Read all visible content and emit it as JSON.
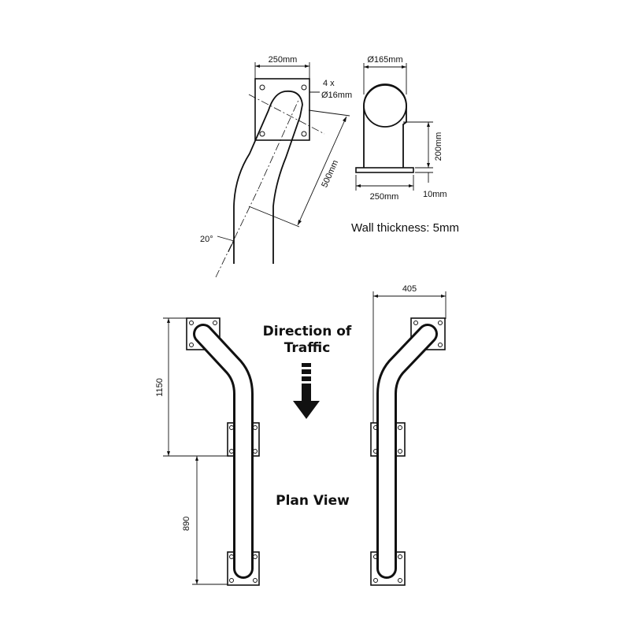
{
  "side_view": {
    "plate_width": "250mm",
    "holes_count": "4 x",
    "holes_diameter": "Ø16mm",
    "length": "500mm",
    "angle": "20°"
  },
  "end_view": {
    "diameter": "Ø165mm",
    "height": "200mm",
    "base_width": "250mm",
    "base_thickness": "10mm"
  },
  "wall_thickness": "Wall thickness: 5mm",
  "traffic": {
    "line1": "Direction of",
    "line2": "Traffic"
  },
  "plan": {
    "upper_length": "1150",
    "lower_length": "890",
    "offset": "405",
    "label": "Plan View"
  }
}
